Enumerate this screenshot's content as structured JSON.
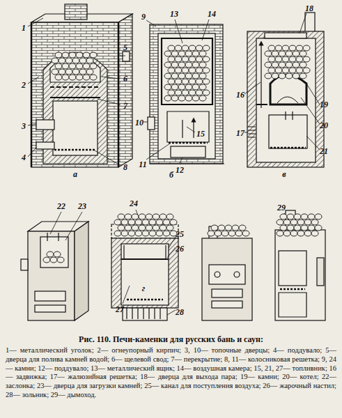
{
  "diagram": {
    "title": "Рис. 110. Печи-каменки для русских бань и саун:",
    "caption": "1— металлический уголок; 2— огнеупорный кирпич; 3, 10— топочные дверцы; 4— поддувало; 5— дверца для полива камней водой; 6— щелевой свод; 7— перекрытие; 8, 11— колосниковая решетка; 9, 24— камни; 12— поддувало; 13— металлический ящик; 14— воздушная камера; 15, 21, 27— топливник; 16— задвижка; 17— жалюзийная решетка; 18— дверца для выхода пара; 19— камни; 20— котел; 22— заслонка; 23— дверца для загрузки камней; 25— канал для поступления воздуха; 26— жарочный настил; 28— зольник; 29— дымоход.",
    "labels": [
      "1",
      "2",
      "3",
      "4",
      "5",
      "6",
      "7",
      "8",
      "а",
      "9",
      "13",
      "14",
      "10",
      "15",
      "11",
      "12",
      "б",
      "18",
      "16",
      "19",
      "20",
      "17",
      "21",
      "в",
      "22",
      "23",
      "24",
      "25",
      "26",
      "27",
      "28",
      "г",
      "29"
    ]
  }
}
